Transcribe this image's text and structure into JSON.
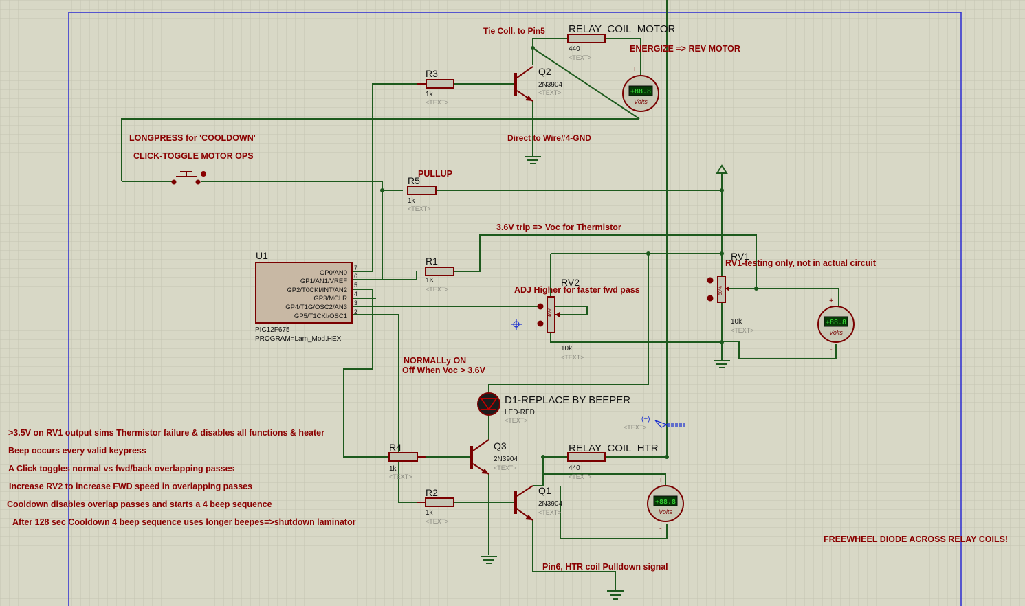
{
  "components": {
    "u1": {
      "ref": "U1",
      "part": "PIC12F675",
      "program": "PROGRAM=Lam_Mod.HEX",
      "pins": [
        {
          "name": "GP0/AN0",
          "num": "7"
        },
        {
          "name": "GP1/AN1/VREF",
          "num": "6"
        },
        {
          "name": "GP2/T0CKI/INT/AN2",
          "num": "5"
        },
        {
          "name": "GP3/MCLR",
          "num": "4"
        },
        {
          "name": "GP4/T1G/OSC2/AN3",
          "num": "3"
        },
        {
          "name": "GP5/T1CKI/OSC1",
          "num": "2"
        }
      ]
    },
    "r1": {
      "ref": "R1",
      "value": "1K",
      "text": "<TEXT>"
    },
    "r2": {
      "ref": "R2",
      "value": "1k",
      "text": "<TEXT>"
    },
    "r3": {
      "ref": "R3",
      "value": "1k",
      "text": "<TEXT>"
    },
    "r4": {
      "ref": "R4",
      "value": "1k",
      "text": "<TEXT>"
    },
    "r5": {
      "ref": "R5",
      "value": "1k",
      "text": "<TEXT>"
    },
    "q1": {
      "ref": "Q1",
      "part": "2N3904",
      "text": "<TEXT>"
    },
    "q2": {
      "ref": "Q2",
      "part": "2N3904",
      "text": "<TEXT>"
    },
    "q3": {
      "ref": "Q3",
      "part": "2N3904",
      "text": "<TEXT>"
    },
    "relay_motor": {
      "ref": "RELAY_COIL_MOTOR",
      "value": "440",
      "text": "<TEXT>"
    },
    "relay_htr": {
      "ref": "RELAY_COIL_HTR",
      "value": "440",
      "text": "<TEXT>"
    },
    "rv1": {
      "ref": "RV1",
      "value": "10k",
      "text": "<TEXT>",
      "knob": "50%"
    },
    "rv2": {
      "ref": "RV2",
      "value": "10k",
      "text": "<TEXT>",
      "knob": "46%"
    },
    "d1": {
      "ref": "D1-REPLACE BY BEEPER",
      "part": "LED-RED",
      "text": "<TEXT>"
    },
    "probe": {
      "label": "(+)",
      "text": "<TEXT>"
    },
    "voltmeter": {
      "display": "+88.8",
      "unit": "Volts",
      "plus": "+",
      "minus": "-"
    }
  },
  "notes": {
    "tie_coll": "Tie Coll. to Pin5",
    "energize": "ENERGIZE => REV MOTOR",
    "direct_gnd": "Direct to Wire#4-GND",
    "longpress": "LONGPRESS for 'COOLDOWN'",
    "click_toggle": "CLICK-TOGGLE MOTOR OPS",
    "pullup": "PULLUP",
    "trip": "3.6V trip => Voc for Thermistor",
    "rv1_note": "RV1-testing only, not in actual circuit",
    "adj": "ADJ Higher for faster fwd pass",
    "normally_on": "NORMALLy ON",
    "off_when": "Off When Voc > 3.6V",
    "pin6": "Pin6, HTR coil Pulldown signal",
    "freewheel": "FREEWHEEL DIODE ACROSS RELAY COILS!"
  },
  "description_lines": [
    ">3.5V on RV1 output sims Thermistor failure & disables all functions & heater",
    "Beep occurs every valid keypress",
    "A Click toggles normal vs fwd/back overlapping passes",
    "Increase RV2 to increase FWD speed in overlapping passes",
    "Cooldown disables overlap passes and starts a 4 beep sequence",
    "After 128 sec Cooldown 4 beep sequence uses longer beepes=>shutdown laminator"
  ],
  "colors": {
    "background": "#d8d8c6",
    "grid": "#c4c4b2",
    "wire": "#1d5a1d",
    "component": "#7a0000",
    "note": "#8a0000",
    "frame": "#2b2bd0"
  }
}
